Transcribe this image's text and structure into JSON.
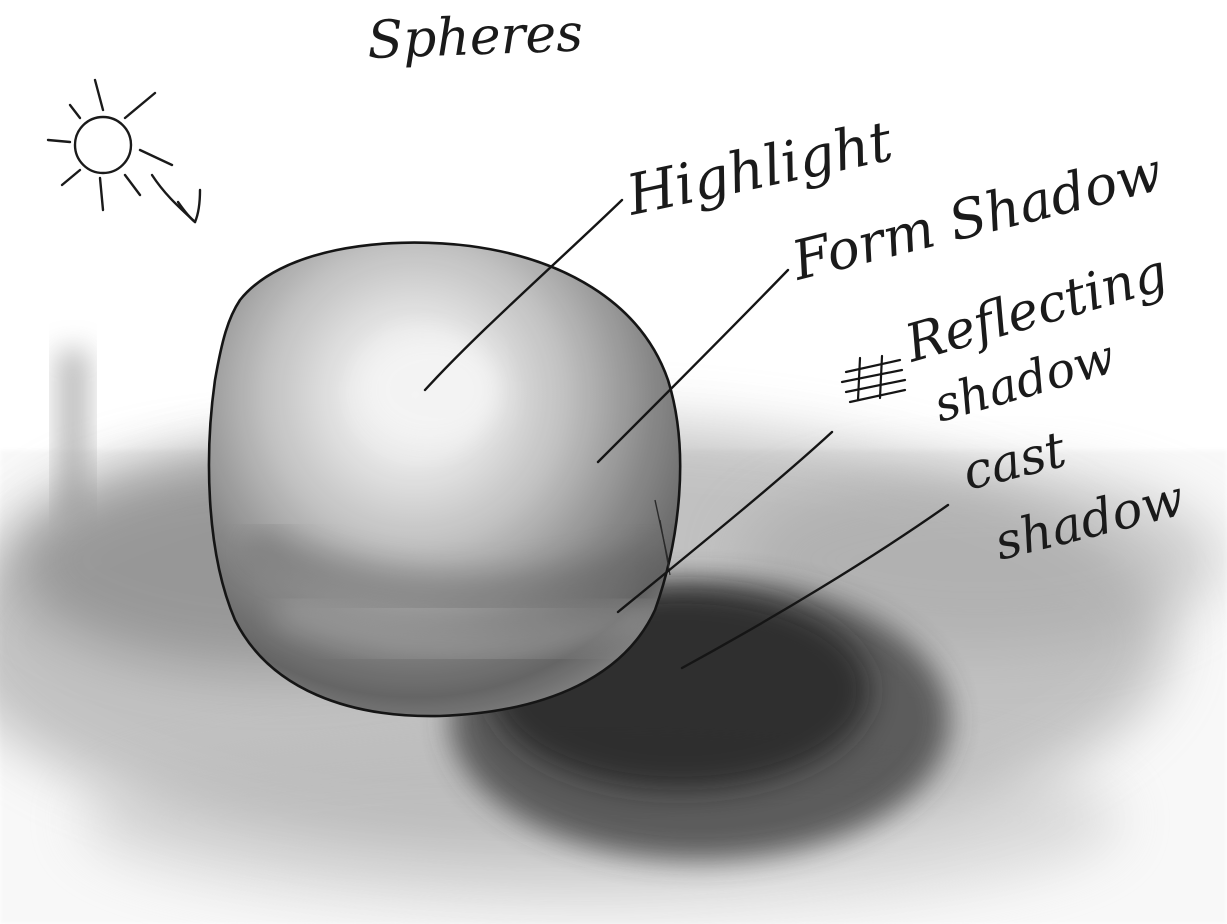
{
  "title": "Spheres",
  "labels": {
    "highlight": "Highlight",
    "form_shadow": "Form Shadow",
    "reflecting_shadow_line1": "Reflecting",
    "reflecting_shadow_line2": "shadow",
    "cast_shadow_line1": "cast",
    "cast_shadow_line2": "shadow"
  },
  "icons": {
    "light_source": "sun-icon",
    "light_direction": "arrow-down-right-icon"
  },
  "colors": {
    "ink": "#1a1a1a",
    "paper": "#ffffff",
    "graphite": "#555555"
  }
}
